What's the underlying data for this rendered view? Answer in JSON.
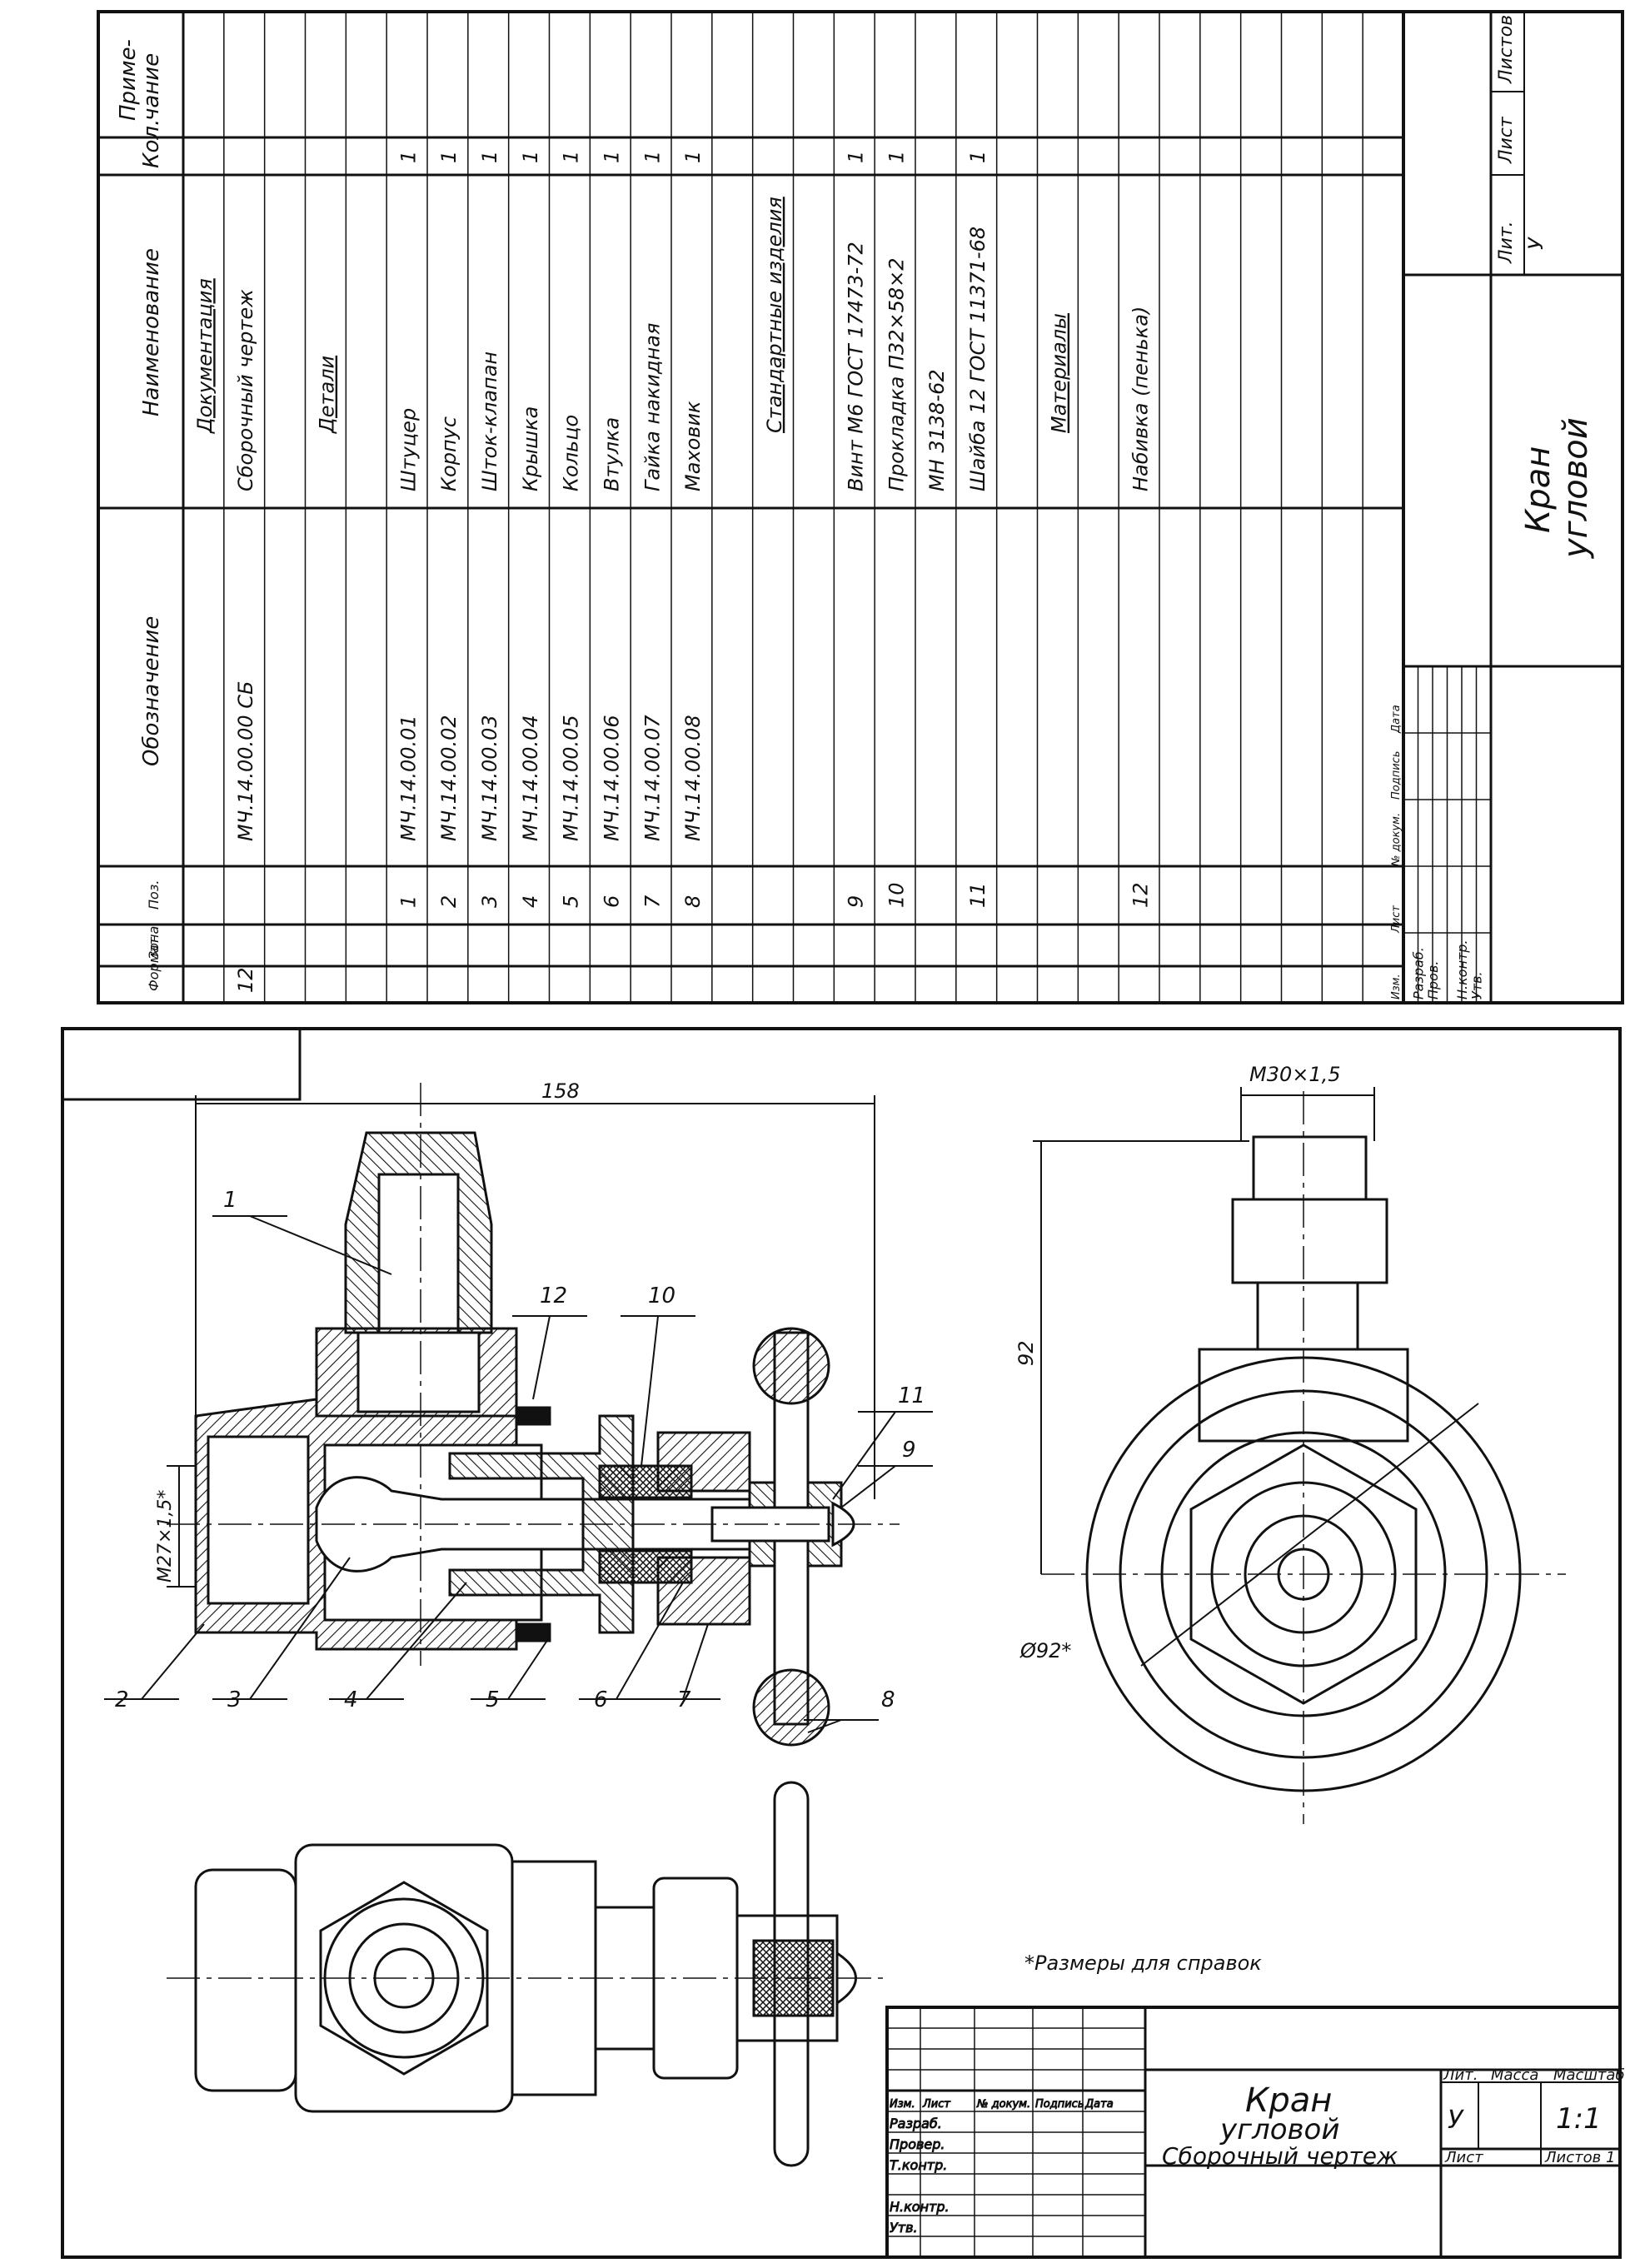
{
  "spec": {
    "headers": {
      "format": "Формат",
      "zone": "Зона",
      "pos": "Поз.",
      "designation": "Обозначение",
      "name": "Наименование",
      "qty": "Кол.",
      "note": "Приме-\nчание"
    },
    "rows": [
      {
        "format": "",
        "pos": "",
        "designation": "",
        "name": "Документация",
        "qty": "",
        "section": true
      },
      {
        "format": "12",
        "pos": "",
        "designation": "МЧ.14.00.00 СБ",
        "name": "Сборочный чертеж",
        "qty": ""
      },
      {
        "format": "",
        "pos": "",
        "designation": "",
        "name": "",
        "qty": ""
      },
      {
        "format": "",
        "pos": "",
        "designation": "",
        "name": "Детали",
        "qty": "",
        "section": true
      },
      {
        "format": "",
        "pos": "",
        "designation": "",
        "name": "",
        "qty": ""
      },
      {
        "format": "",
        "pos": "1",
        "designation": "МЧ.14.00.01",
        "name": "Штуцер",
        "qty": "1"
      },
      {
        "format": "",
        "pos": "2",
        "designation": "МЧ.14.00.02",
        "name": "Корпус",
        "qty": "1"
      },
      {
        "format": "",
        "pos": "3",
        "designation": "МЧ.14.00.03",
        "name": "Шток-клапан",
        "qty": "1"
      },
      {
        "format": "",
        "pos": "4",
        "designation": "МЧ.14.00.04",
        "name": "Крышка",
        "qty": "1"
      },
      {
        "format": "",
        "pos": "5",
        "designation": "МЧ.14.00.05",
        "name": "Кольцо",
        "qty": "1"
      },
      {
        "format": "",
        "pos": "6",
        "designation": "МЧ.14.00.06",
        "name": "Втулка",
        "qty": "1"
      },
      {
        "format": "",
        "pos": "7",
        "designation": "МЧ.14.00.07",
        "name": "Гайка накидная",
        "qty": "1"
      },
      {
        "format": "",
        "pos": "8",
        "designation": "МЧ.14.00.08",
        "name": "Маховик",
        "qty": "1"
      },
      {
        "format": "",
        "pos": "",
        "designation": "",
        "name": "",
        "qty": ""
      },
      {
        "format": "",
        "pos": "",
        "designation": "",
        "name": "Стандартные изделия",
        "qty": "",
        "section": true
      },
      {
        "format": "",
        "pos": "",
        "designation": "",
        "name": "",
        "qty": ""
      },
      {
        "format": "",
        "pos": "9",
        "designation": "",
        "name": "Винт М6 ГОСТ 17473-72",
        "qty": "1"
      },
      {
        "format": "",
        "pos": "10",
        "designation": "",
        "name": "Прокладка П32×58×2",
        "qty": "1"
      },
      {
        "format": "",
        "pos": "",
        "designation": "",
        "name": "МН 3138-62",
        "qty": ""
      },
      {
        "format": "",
        "pos": "11",
        "designation": "",
        "name": "Шайба 12 ГОСТ 11371-68",
        "qty": "1"
      },
      {
        "format": "",
        "pos": "",
        "designation": "",
        "name": "",
        "qty": ""
      },
      {
        "format": "",
        "pos": "",
        "designation": "",
        "name": "Материалы",
        "qty": "",
        "section": true
      },
      {
        "format": "",
        "pos": "",
        "designation": "",
        "name": "",
        "qty": ""
      },
      {
        "format": "",
        "pos": "12",
        "designation": "",
        "name": "Набивка (пенька)",
        "qty": ""
      },
      {
        "format": "",
        "pos": "",
        "designation": "",
        "name": "",
        "qty": ""
      },
      {
        "format": "",
        "pos": "",
        "designation": "",
        "name": "",
        "qty": ""
      },
      {
        "format": "",
        "pos": "",
        "designation": "",
        "name": "",
        "qty": ""
      },
      {
        "format": "",
        "pos": "",
        "designation": "",
        "name": "",
        "qty": ""
      },
      {
        "format": "",
        "pos": "",
        "designation": "",
        "name": "",
        "qty": ""
      },
      {
        "format": "",
        "pos": "",
        "designation": "",
        "name": "",
        "qty": ""
      }
    ],
    "title_block": {
      "name_line1": "Кран",
      "name_line2": "угловой",
      "lit": "Лит.",
      "sheet": "Лист",
      "sheets": "Листов",
      "lit_value": "У",
      "rows_labels": [
        "Изм.",
        "Лист",
        "№ докум.",
        "Подпись",
        "Дата"
      ],
      "roles": [
        "Разраб.",
        "Пров.",
        "",
        "Н.контр.",
        "Утв."
      ]
    }
  },
  "drawing": {
    "dims": {
      "overall": "158",
      "thread_left": "M27×1,5*",
      "thread_top": "M30×1,5",
      "height": "92",
      "diameter": "Ø92*"
    },
    "callouts": [
      "1",
      "2",
      "3",
      "4",
      "5",
      "6",
      "7",
      "8",
      "9",
      "10",
      "11",
      "12"
    ],
    "note": "*Размеры для справок",
    "title_block": {
      "name_line1": "Кран",
      "name_line2": "угловой",
      "name_line3": "Сборочный чертеж",
      "lit": "Лит.",
      "mass": "Масса",
      "scale": "Масштаб",
      "lit_value": "У",
      "scale_value": "1:1",
      "sheet": "Лист",
      "sheets": "Листов 1",
      "rows_labels": [
        "Изм.",
        "Лист",
        "№ докум.",
        "Подпись",
        "Дата"
      ],
      "roles": [
        "Разраб.",
        "Провер.",
        "Т.контр.",
        "",
        "Н.контр.",
        "Утв."
      ]
    }
  }
}
